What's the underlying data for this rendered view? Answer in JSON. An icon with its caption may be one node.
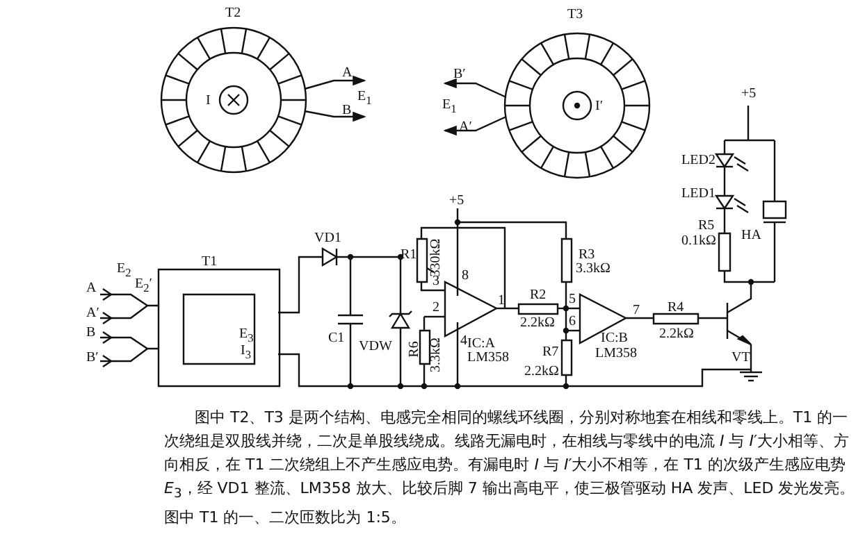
{
  "diagram": {
    "caption": "图中 T2、T3 是两个结构、电感完全相同的螺线环线圈，分别对称地套在相线和零线上。T1 的一次绕组是双股线并绕，二次是单股线绕成。线路无漏电时，在相线与零线中的电流 *I* 与 *I*′大小相等、方向相反，在 T1 二次绕组上不产生感应电势。有漏电时 *I* 与 *I*′大小不相等，在 T1 的次级产生感应电势 *E*$_{3}$，经 VD1 整流、LM358 放大、比较后脚 7 输出高电平，使三极管驱动 HA 发声、LED 发光发亮。图中 T1 的一、二次匝数比为 1:5。",
    "labels": [
      "T2",
      "I",
      "A",
      "E$_{1}$",
      "B",
      "T3",
      "B′",
      "E$_{1}$",
      "A′",
      "I′",
      "T1",
      "E$_{2}$",
      "A",
      "E$_{2}$′",
      "A′",
      "B",
      "B′",
      "E$_{3}$",
      "I$_{3}$",
      "VD1",
      "C1",
      "VDW",
      "+5",
      "R1",
      "330kΩ",
      "8",
      "3",
      "2",
      "4",
      "1",
      "IC:A",
      "LM358",
      "R6",
      "3.3kΩ",
      "R2",
      "2.2kΩ",
      "R3",
      "3.3kΩ",
      "5",
      "6",
      "IC:B",
      "LM358",
      "R7",
      "2.2kΩ",
      "7",
      "R4",
      "2.2kΩ",
      "VT",
      "+5",
      "LED2",
      "LED1",
      "R5",
      "0.1kΩ",
      "HA"
    ]
  }
}
